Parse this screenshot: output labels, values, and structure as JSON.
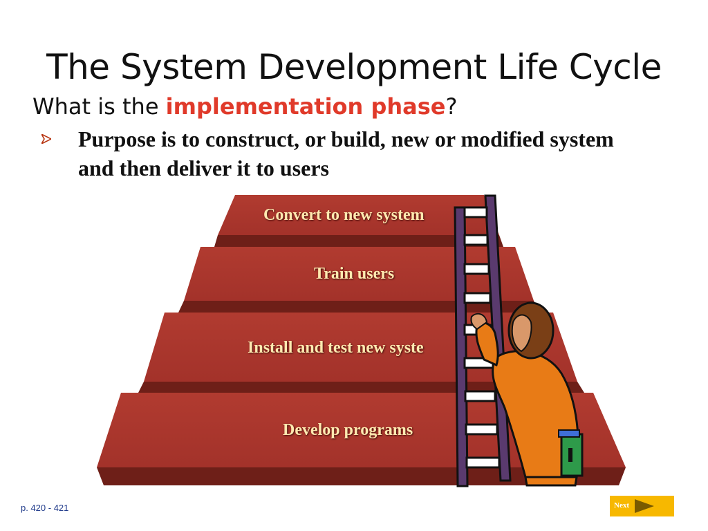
{
  "slide": {
    "title": "The System Development Life Cycle",
    "subtitle_prefix": "What is the ",
    "subtitle_highlight": "implementation phase",
    "subtitle_suffix": "?",
    "bullet": "Purpose is to construct, or build, new or modified system and then deliver it to users"
  },
  "pyramid": {
    "steps": [
      "Convert to new system",
      "Train users",
      "Install and test new syste",
      "Develop programs"
    ]
  },
  "footer": {
    "page_ref": "p. 420 - 421",
    "next_label": "Next"
  },
  "colors": {
    "accent": "#e03a2a",
    "brick": "#a3322a",
    "next": "#f7b800"
  }
}
